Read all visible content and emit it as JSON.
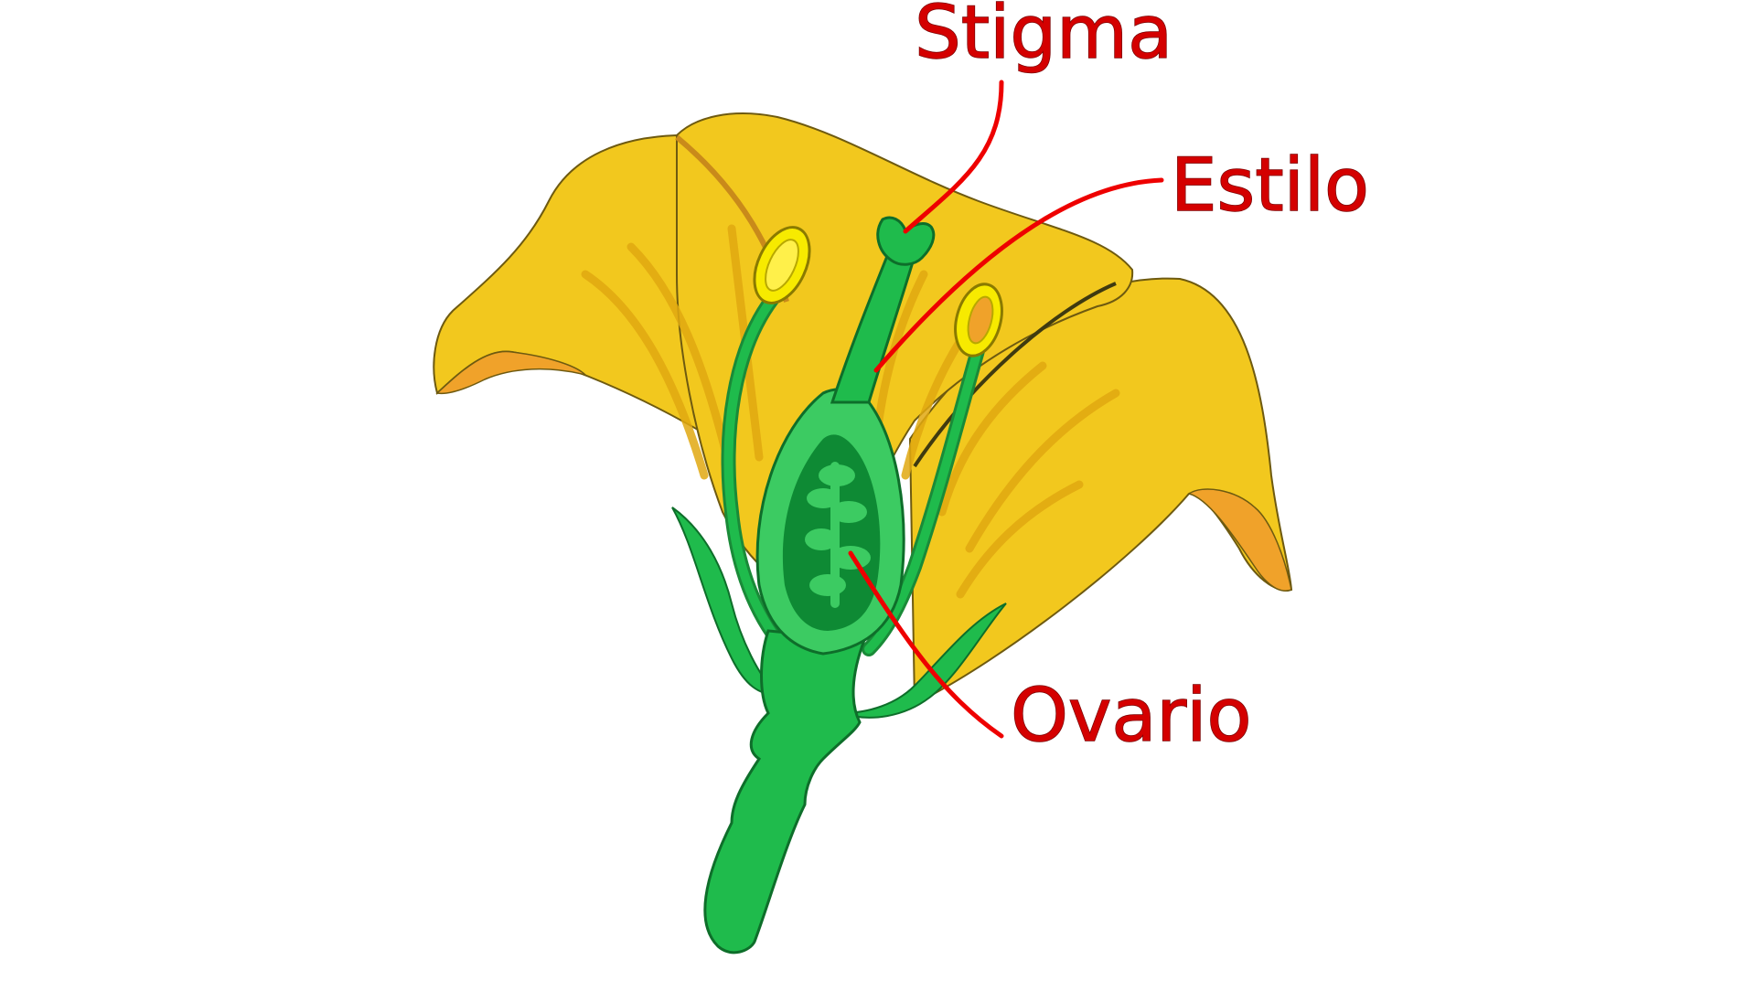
{
  "labels": {
    "stigma": "Stigma",
    "style": "Estilo",
    "ovary": "Ovario"
  },
  "colors": {
    "petal": "#f2c81e",
    "petal_vein": "#e1a911",
    "petal_inner": "#f0a22a",
    "pistil": "#1fbb4c",
    "pistil_light": "#3ccb62",
    "pistil_dark": "#0e8a34",
    "anther": "#f7ea00",
    "label": "#d40000",
    "leader_line": "#ee0000"
  }
}
